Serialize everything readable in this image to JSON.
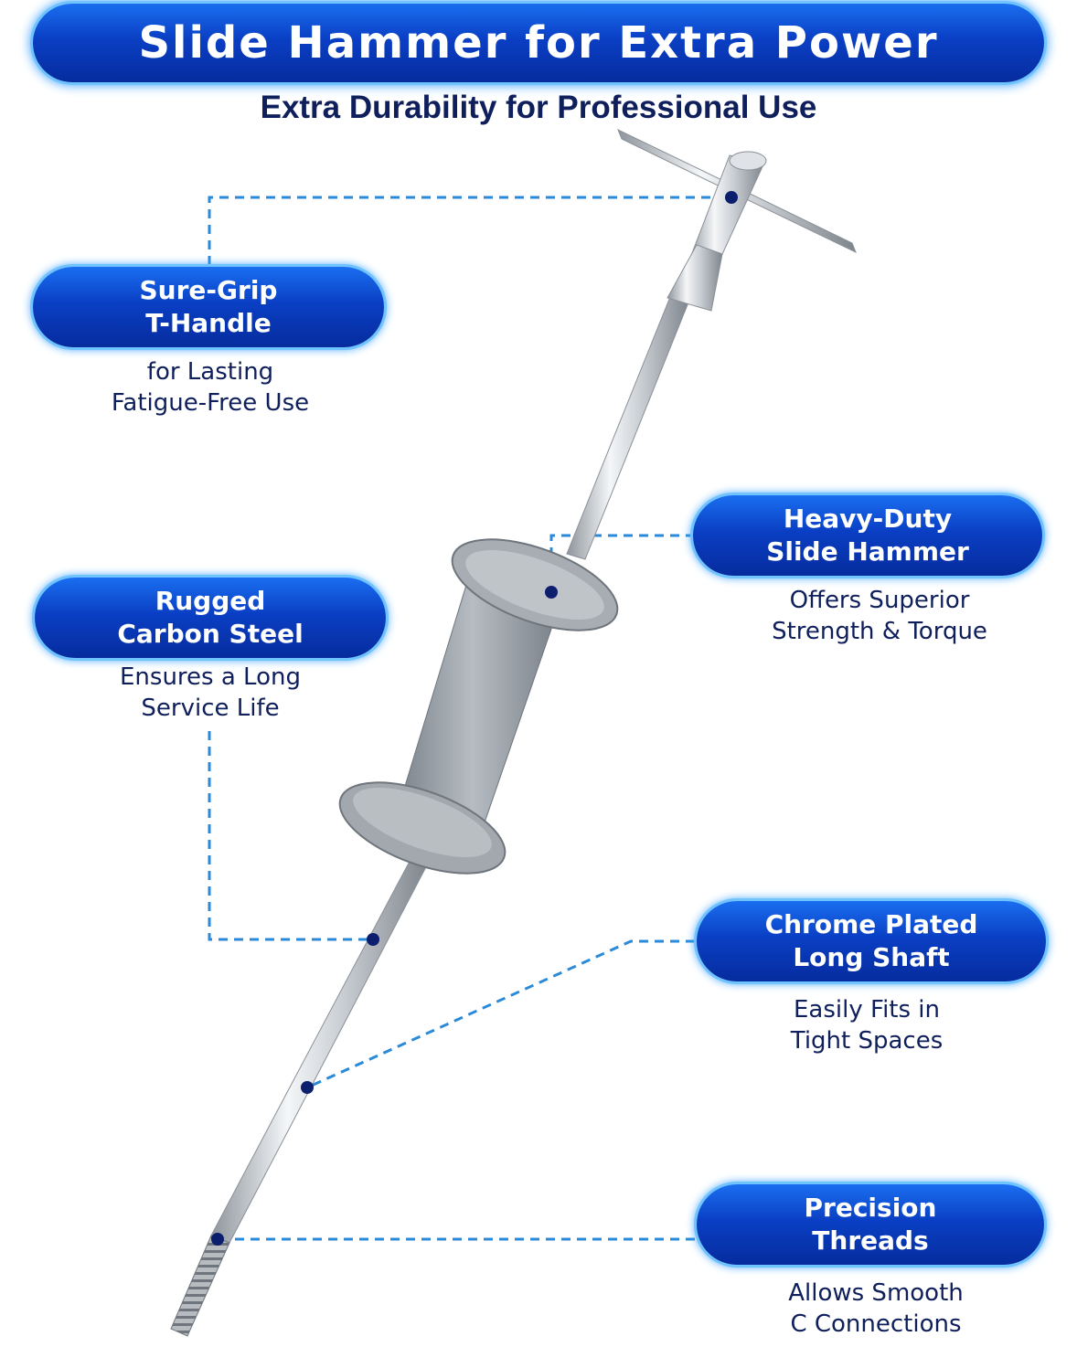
{
  "header": {
    "title": "Slide Hammer for Extra Power",
    "subtitle": "Extra Durability for Professional Use"
  },
  "features": {
    "t_handle": {
      "title_line1": "Sure-Grip",
      "title_line2": "T-Handle",
      "desc_line1": "for Lasting",
      "desc_line2": "Fatigue-Free Use"
    },
    "carbon_steel": {
      "title_line1": "Rugged",
      "title_line2": "Carbon Steel",
      "desc_line1": "Ensures a Long",
      "desc_line2": "Service Life"
    },
    "slide_hammer": {
      "title_line1": "Heavy-Duty",
      "title_line2": "Slide Hammer",
      "desc_line1": "Offers Superior",
      "desc_line2": "Strength & Torque"
    },
    "shaft": {
      "title_line1": "Chrome Plated",
      "title_line2": "Long Shaft",
      "desc_line1": "Easily Fits in",
      "desc_line2": "Tight Spaces"
    },
    "threads": {
      "title_line1": "Precision",
      "title_line2": "Threads",
      "desc_line1": "Allows Smooth",
      "desc_line2": "C Connections"
    }
  },
  "colors": {
    "pill_blue": "#0a3fc4",
    "pill_glow": "#6fc3ff",
    "text_navy": "#0f1f5c",
    "leader_line": "#2a8ad8"
  }
}
